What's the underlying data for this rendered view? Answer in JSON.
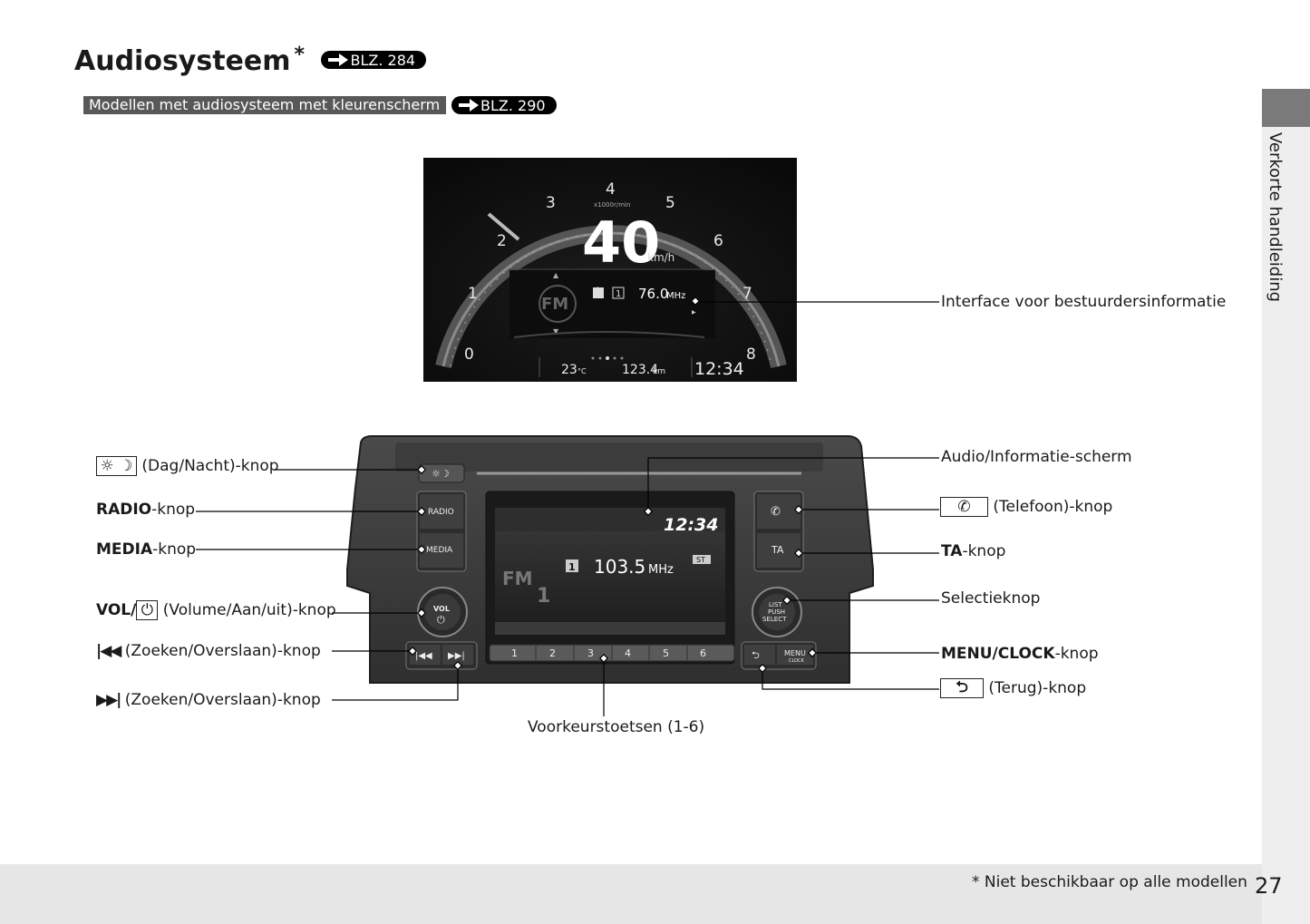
{
  "header": {
    "title": "Audiosysteem",
    "asterisk": "*",
    "title_ref": "BLZ. 284",
    "model_text": "Modellen met audiosysteem met kleurenscherm",
    "model_ref": "BLZ. 290"
  },
  "side_tab": {
    "label": "Verkorte handleiding"
  },
  "cluster": {
    "gauge_ticks": [
      "0",
      "1",
      "2",
      "3",
      "4",
      "5",
      "6",
      "7",
      "8"
    ],
    "rpm_unit": "x1000r/min",
    "speed": "40",
    "speed_unit": "km/h",
    "band": "FM",
    "preset": "1",
    "frequency": "76.0",
    "freq_unit": "MHz",
    "temp": "23",
    "temp_unit": "°C",
    "odometer": "123.4",
    "odo_unit": "km",
    "clock": "12:34"
  },
  "head_unit": {
    "radio_btn": "RADIO",
    "media_btn": "MEDIA",
    "vol_btn": "VOL",
    "ta_btn": "TA",
    "select_btn": [
      "LIST",
      "PUSH",
      "SELECT"
    ],
    "menu_btn": "MENU",
    "menu_sub": "CLOCK",
    "screen_clock": "12:34",
    "screen_band": "FM",
    "screen_band_num": "1",
    "screen_preset": "1",
    "screen_freq": "103.5",
    "screen_freq_unit": "MHz",
    "screen_st": "ST",
    "presets": [
      "1",
      "2",
      "3",
      "4",
      "5",
      "6"
    ]
  },
  "callouts": {
    "driver_info": "Interface voor bestuurdersinformatie",
    "daynight": "(Dag/Nacht)-knop",
    "radio_bold": "RADIO",
    "radio_rest": "-knop",
    "media_bold": "MEDIA",
    "media_rest": "-knop",
    "vol_bold": "VOL/",
    "vol_rest": "(Volume/Aan/uit)-knop",
    "seek_back": "(Zoeken/Overslaan)-knop",
    "seek_fwd": "(Zoeken/Overslaan)-knop",
    "presets": "Voorkeurstoetsen (1-6)",
    "screen": "Audio/Informatie-scherm",
    "phone": "(Telefoon)-knop",
    "ta_bold": "TA",
    "ta_rest": "-knop",
    "selector": "Selectieknop",
    "menu_bold": "MENU/CLOCK",
    "menu_rest": "-knop",
    "back": "(Terug)-knop"
  },
  "footer": {
    "footnote": "* Niet beschikbaar op alle modellen",
    "page_number": "27"
  }
}
